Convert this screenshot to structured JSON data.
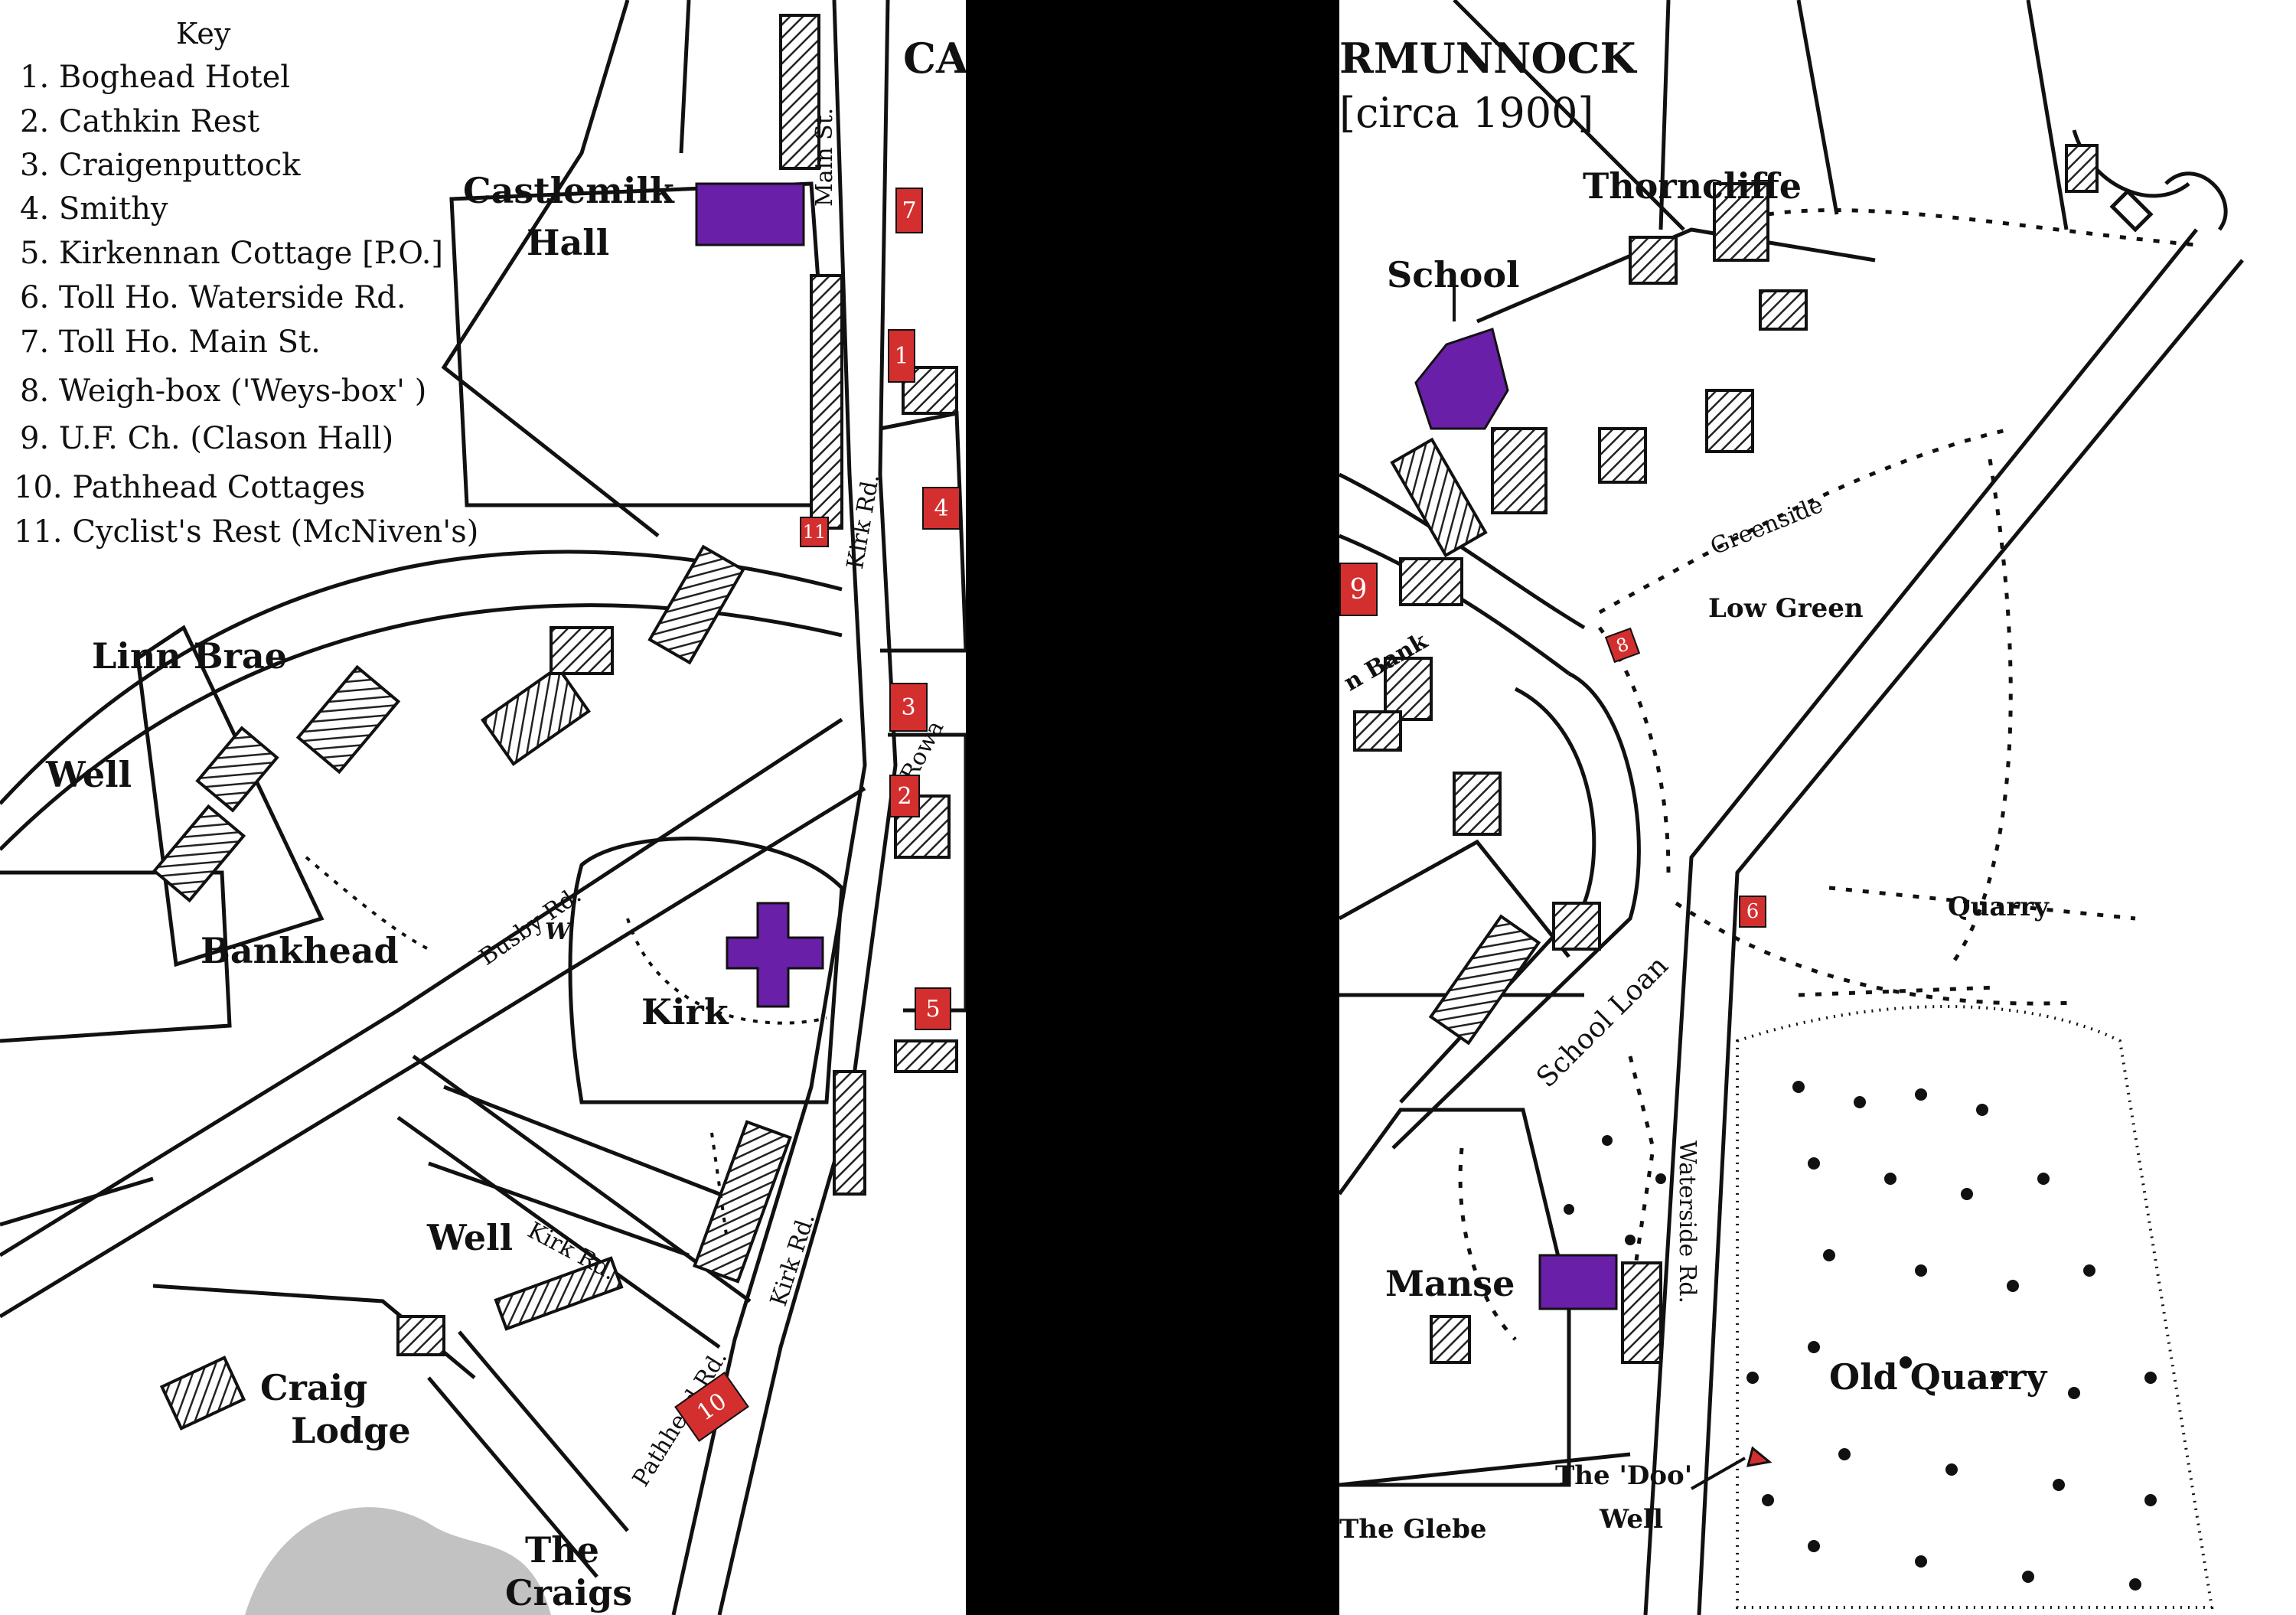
{
  "map": {
    "title_left_fragment": "CA",
    "title_right_fragment": "RMUNNOCK",
    "subtitle": "[circa 1900]"
  },
  "key": {
    "heading": "Key",
    "items": [
      "1.   Boghead Hotel",
      "2.   Cathkin Rest",
      "3.   Craigenputtock",
      "4.   Smithy",
      "5.   Kirkennan Cottage [P.O.]",
      "6.   Toll Ho. Waterside Rd.",
      "7.   Toll Ho. Main St.",
      "8.   Weigh-box ('Weys-box' )",
      "9.   U.F. Ch. (Clason Hall)",
      "10. Pathhead Cottages",
      "11. Cyclist's Rest (McNiven's)"
    ]
  },
  "places_left": {
    "castlemilk": "Castlemilk",
    "hall": "Hall",
    "linn_brae": "Linn Brae",
    "well_1": "Well",
    "bankhead": "Bankhead",
    "kirk": "Kirk",
    "well_2": "Well",
    "craig": "Craig",
    "lodge": "Lodge",
    "the": "The",
    "craigs": "Craigs",
    "w_mark": "W"
  },
  "roads_left": {
    "main_st": "Main St.",
    "kirk_rd_1": "Kirk Rd.",
    "kirk_rd_2": "Kirk Rd.",
    "kirk_rd_3": "Kirk Rd.",
    "busby_rd": "Busby Rd.",
    "rowan": "Rowa",
    "pathhead_rd": "Pathhead Rd."
  },
  "places_right": {
    "thorncliffe": "Thorncliffe",
    "school": "School",
    "low_green": "Low Green",
    "quarry": "Quarry",
    "manse": "Manse",
    "old_quarry": "Old Quarry",
    "doo_well_1": "The 'Doo'",
    "doo_well_2": "Well",
    "the_glebe": "The Glebe",
    "bank": "n Bank"
  },
  "roads_right": {
    "greenside": "Greenside",
    "school_loan": "School Loan",
    "waterside_rd": "Waterside Rd."
  },
  "markers": {
    "m1": "1",
    "m2": "2",
    "m3": "3",
    "m4": "4",
    "m5": "5",
    "m6": "6",
    "m7": "7",
    "m8": "8",
    "m9": "9",
    "m10": "10",
    "m11": "11"
  },
  "colors": {
    "marker_red": "#d32f2f",
    "highlight_purple": "#6a1fa8",
    "ink": "#111111",
    "hatch": "#333333",
    "frame": "#000000"
  }
}
